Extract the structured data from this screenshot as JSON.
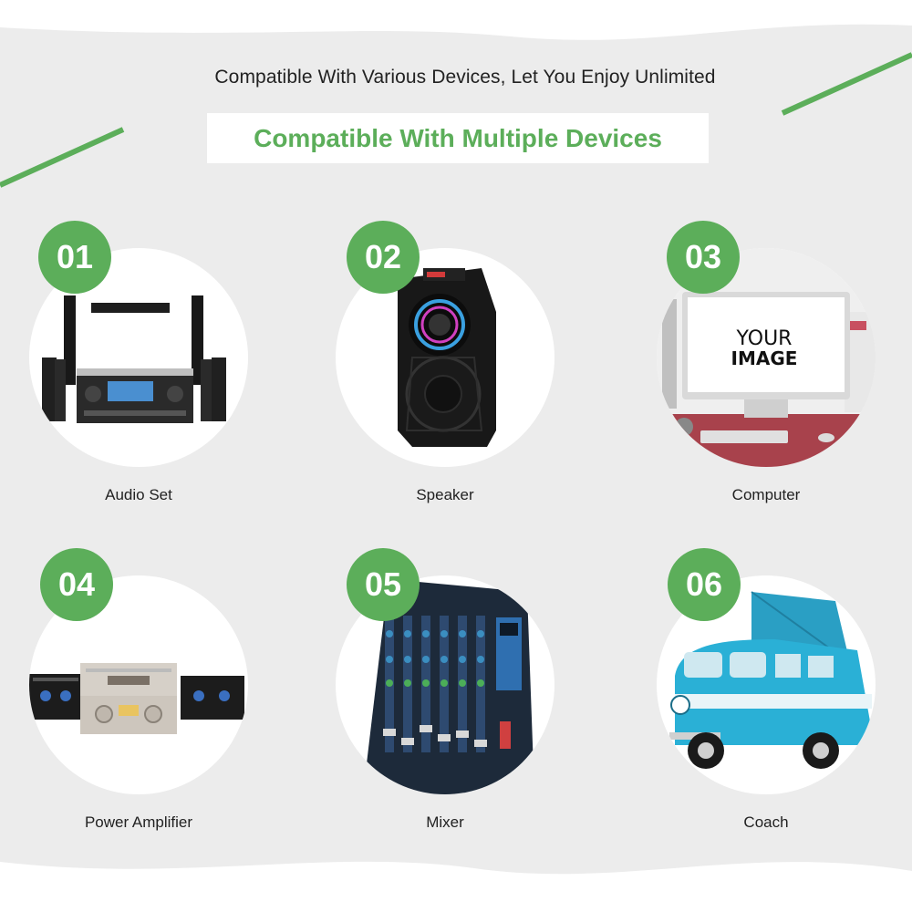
{
  "header": {
    "subtitle": "Compatible With Various Devices, Let You Enjoy Unlimited",
    "title": "Compatible With Multiple Devices"
  },
  "colors": {
    "accent": "#5cae5a",
    "background": "#ececec",
    "circle": "#ffffff",
    "text": "#222222"
  },
  "devices": [
    {
      "number": "01",
      "label": "Audio Set",
      "icon": "audio-set-image"
    },
    {
      "number": "02",
      "label": "Speaker",
      "icon": "speaker-image"
    },
    {
      "number": "03",
      "label": "Computer",
      "icon": "computer-image",
      "screen_text": [
        "YOUR",
        "IMAGE"
      ]
    },
    {
      "number": "04",
      "label": "Power Amplifier",
      "icon": "power-amplifier-image"
    },
    {
      "number": "05",
      "label": "Mixer",
      "icon": "mixer-image"
    },
    {
      "number": "06",
      "label": "Coach",
      "icon": "coach-image"
    }
  ]
}
